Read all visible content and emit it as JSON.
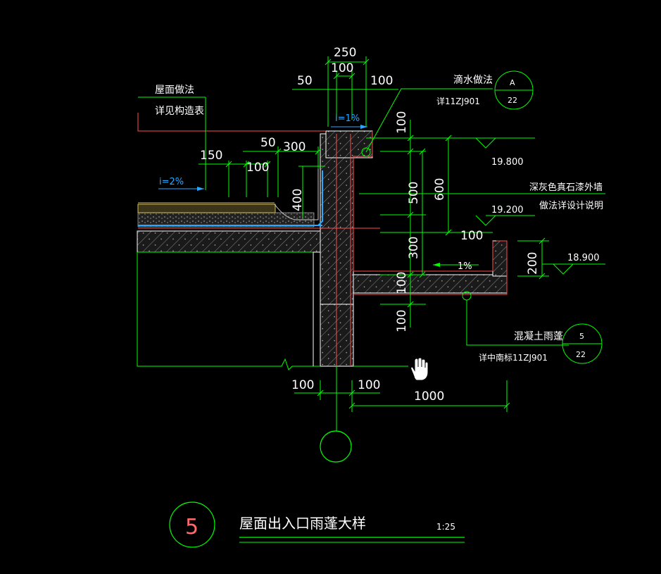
{
  "dims": {
    "d250": "250",
    "d100_top": "100",
    "d50_top": "50",
    "d100_top_right": "100",
    "d150": "150",
    "d50_mid": "50",
    "d300_top": "300",
    "d100_mid": "100",
    "d400": "400",
    "d100_right_top": "100",
    "d500": "500",
    "d600": "600",
    "d300_right": "300",
    "d100_right_mid": "100",
    "d100_right_low": "100",
    "d100_ledge": "100",
    "d200": "200",
    "d100_bottom_left": "100",
    "d100_bottom_right": "100",
    "d1000": "1000"
  },
  "slopes": {
    "roof": "i=2%",
    "canopy_top": "i=1%",
    "canopy": "1%"
  },
  "elevations": {
    "top": "19.800",
    "mid": "19.200",
    "low": "18.900"
  },
  "notes": {
    "roof_method": "屋面做法",
    "roof_ref": "详见构造表",
    "drip_method": "滴水做法",
    "drip_ref": "详11ZJ901",
    "wall_finish": "深灰色真石漆外墙",
    "wall_ref": "做法详设计说明",
    "canopy_name": "混凝土雨蓬",
    "canopy_ref": "详中南标11ZJ901"
  },
  "detail_marks": {
    "a_top": "A",
    "a_bottom": "22",
    "b_top": "5",
    "b_bottom": "22"
  },
  "title": {
    "number": "5",
    "text": "屋面出入口雨蓬大样",
    "scale": "1:25"
  },
  "colors": {
    "background": "#000000",
    "line": "#00ff00",
    "text": "#ffffff",
    "accent_red": "#ff4d4d",
    "water_blue": "#2aa7ff",
    "hatch": "#8a8a8a",
    "membrane": "#d8c060"
  }
}
